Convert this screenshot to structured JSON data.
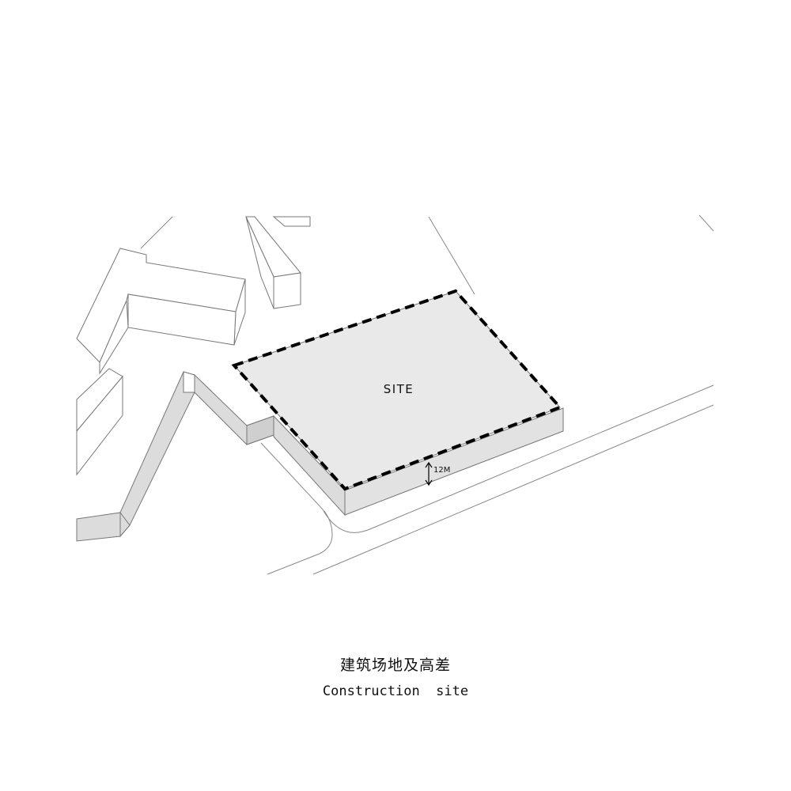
{
  "diagram": {
    "site_label": "SITE",
    "height_label": "12M"
  },
  "caption": {
    "title_cn": "建筑场地及高差",
    "title_en": "Construction  site"
  },
  "colors": {
    "line": "#777777",
    "site_fill": "#e9e9e9",
    "side_fill": "#dcdcdc",
    "boundary": "#000000",
    "background": "#ffffff"
  }
}
